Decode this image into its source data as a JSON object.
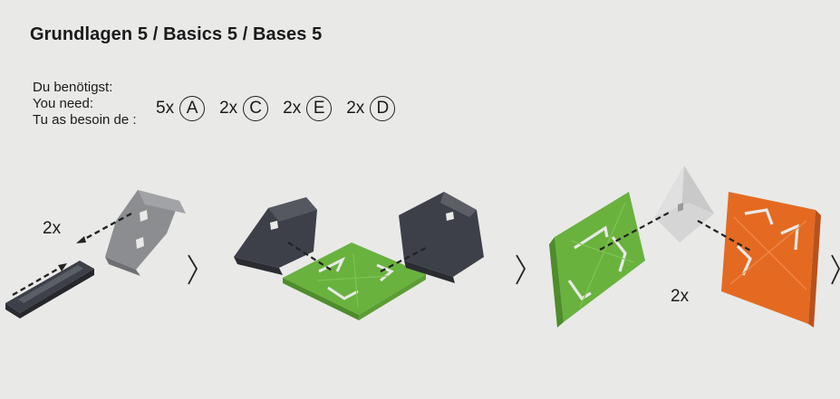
{
  "title": "Grundlagen 5 / Basics 5 / Bases 5",
  "need": {
    "lines": [
      "Du benötigst:",
      "You need:",
      "Tu as besoin de :"
    ]
  },
  "parts": [
    {
      "qty": "5x",
      "letter": "A"
    },
    {
      "qty": "2x",
      "letter": "C"
    },
    {
      "qty": "2x",
      "letter": "E"
    },
    {
      "qty": "2x",
      "letter": "D"
    }
  ],
  "steps": [
    {
      "label": "2x"
    },
    {
      "label": ""
    },
    {
      "label": "2x"
    }
  ],
  "colors": {
    "background": "#e9e9e8",
    "dark_piece": "#3d4048",
    "grey_piece": "#8c8d90",
    "green_piece": "#69b23e",
    "white_piece": "#d9d9d9",
    "orange_piece": "#e46a22"
  }
}
